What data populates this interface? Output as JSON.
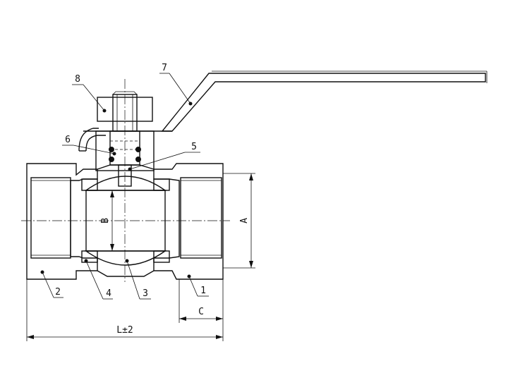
{
  "parts": [
    {
      "id": "p1",
      "label": "1"
    },
    {
      "id": "p2",
      "label": "2"
    },
    {
      "id": "p3",
      "label": "3"
    },
    {
      "id": "p4",
      "label": "4"
    },
    {
      "id": "p5",
      "label": "5"
    },
    {
      "id": "p6",
      "label": "6"
    },
    {
      "id": "p7",
      "label": "7"
    },
    {
      "id": "p8",
      "label": "8"
    }
  ],
  "dimensions": {
    "A": "A",
    "B": "B",
    "C": "C",
    "L": "L±2"
  },
  "colors": {
    "line": "#111111",
    "background": "#ffffff"
  }
}
